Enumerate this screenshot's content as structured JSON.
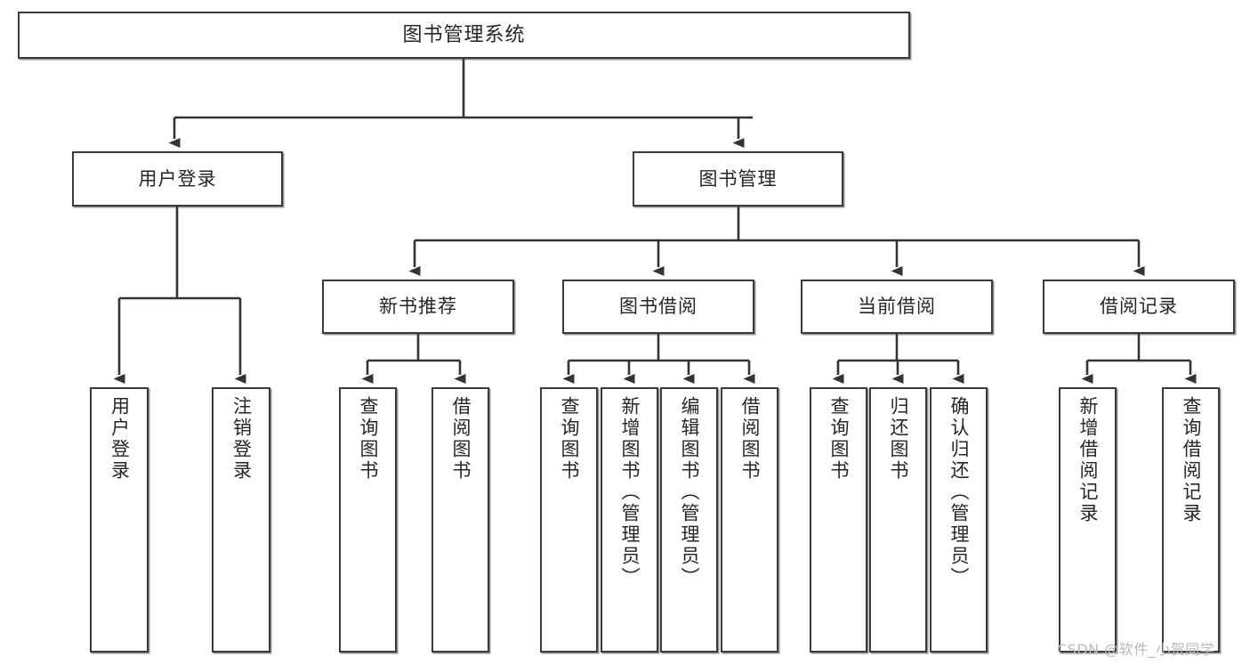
{
  "diagram": {
    "title": "图书管理系统",
    "type": "hierarchy-tree",
    "orientation": "top-down",
    "watermark": "CSDN @软件_小贺同学",
    "colors": {
      "box_border": "#3b3b3b",
      "box_fill": "#ffffff",
      "edge": "#333333",
      "text": "#262626",
      "watermark": "#b9b9b9"
    },
    "nodes": {
      "root": {
        "label": "图书管理系统"
      },
      "level2": [
        {
          "label": "用户登录"
        },
        {
          "label": "图书管理"
        }
      ],
      "level3": [
        {
          "label": "新书推荐"
        },
        {
          "label": "图书借阅"
        },
        {
          "label": "当前借阅"
        },
        {
          "label": "借阅记录"
        }
      ],
      "leaves_user_login": [
        {
          "label": "用户登录"
        },
        {
          "label": "注销登录"
        }
      ],
      "leaves_new_book": [
        {
          "label": "查询图书"
        },
        {
          "label": "借阅图书"
        }
      ],
      "leaves_borrow": [
        {
          "label": "查询图书"
        },
        {
          "label": "新增图书（管理员）"
        },
        {
          "label": "编辑图书（管理员）"
        },
        {
          "label": "借阅图书"
        }
      ],
      "leaves_current": [
        {
          "label": "查询图书"
        },
        {
          "label": "归还图书"
        },
        {
          "label": "确认归还（管理员）"
        }
      ],
      "leaves_records": [
        {
          "label": "新增借阅记录"
        },
        {
          "label": "查询借阅记录"
        }
      ]
    }
  }
}
